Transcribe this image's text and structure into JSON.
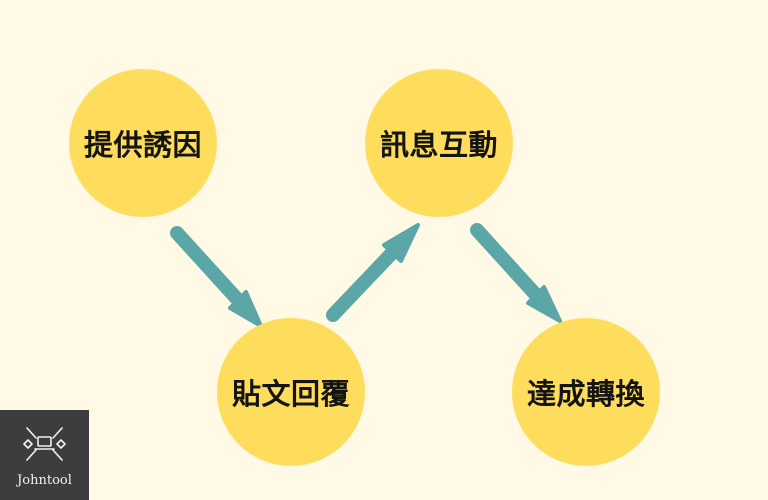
{
  "colors": {
    "background": "#fff9e6",
    "node_fill": "#ffdd5c",
    "arrow": "#5ba6a6",
    "logo_background": "#3b3d3f",
    "logo_foreground": "#f2f2f2"
  },
  "nodes": [
    {
      "label": "提供誘因"
    },
    {
      "label": "訊息互動"
    },
    {
      "label": "貼文回覆"
    },
    {
      "label": "達成轉換"
    }
  ],
  "flow": [
    "提供誘因",
    "貼文回覆",
    "訊息互動",
    "達成轉換"
  ],
  "logo": {
    "icon": "laptop-crossed-arrows-icon",
    "text": "Johntool"
  }
}
